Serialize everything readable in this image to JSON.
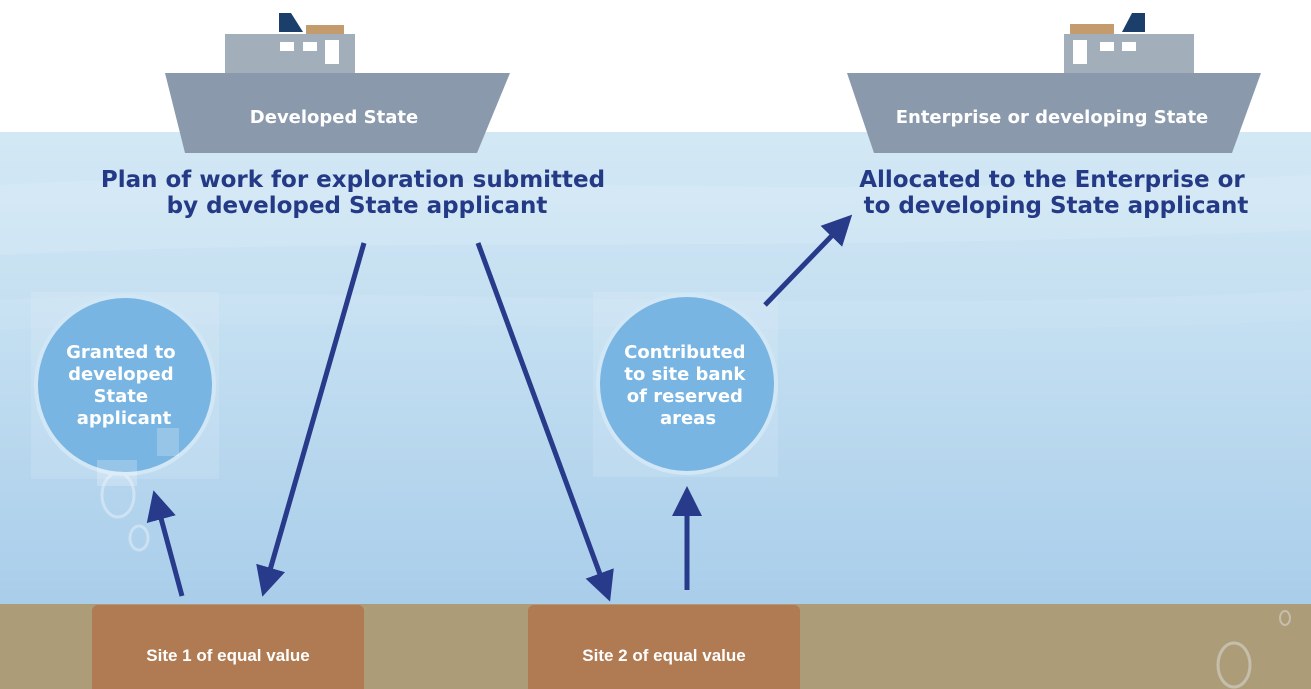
{
  "ships": [
    {
      "label": "Developed State"
    },
    {
      "label": "Enterprise or developing State"
    }
  ],
  "headings": {
    "left": [
      "Plan of work for exploration submitted",
      "by developed State applicant"
    ],
    "right": [
      "Allocated to the Enterprise or",
      "to developing State applicant"
    ]
  },
  "circles": {
    "granted": [
      "Granted to",
      "developed",
      "State",
      "applicant"
    ],
    "contributed": [
      "Contributed",
      "to site bank",
      "of reserved",
      "areas"
    ]
  },
  "sites": [
    {
      "label": "Site 1 of equal value"
    },
    {
      "label": "Site 2 of equal value"
    }
  ],
  "colors": {
    "sky": "#ffffff",
    "water_top": "#d3e8f5",
    "water_bottom": "#a9cdea",
    "seabed": "#ad9c78",
    "site": "#b07a52",
    "ship_hull": "#8a9aac",
    "ship_cabin": "#a3aebb",
    "ship_mast": "#1b3f6a",
    "ship_cargo": "#c49b6c",
    "arrow": "#283a8a",
    "text_dark": "#253a86",
    "circle_fill": "#79b5e2",
    "text_light": "#ffffff"
  }
}
